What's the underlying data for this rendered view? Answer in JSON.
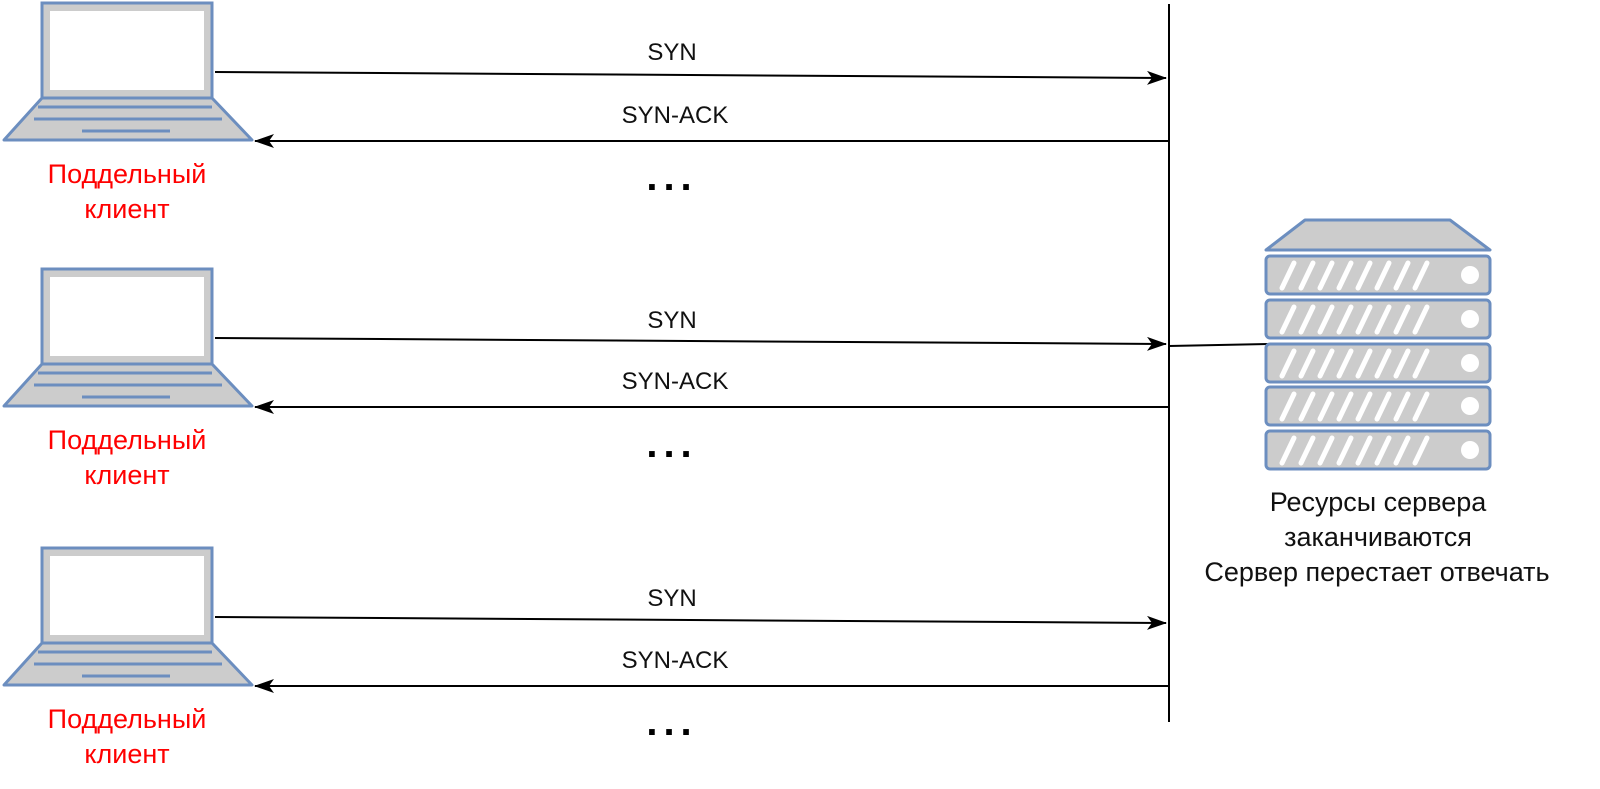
{
  "colors": {
    "client_label": "#ff0000",
    "device_fill": "#cccccc",
    "device_stroke": "#6c8ebf",
    "screen_fill": "#ffffff",
    "line": "#000000"
  },
  "clients": [
    {
      "label_line1": "Поддельный",
      "label_line2": "клиент",
      "syn": "SYN",
      "syn_ack": "SYN-ACK",
      "ellipsis": "..."
    },
    {
      "label_line1": "Поддельный",
      "label_line2": "клиент",
      "syn": "SYN",
      "syn_ack": "SYN-ACK",
      "ellipsis": "..."
    },
    {
      "label_line1": "Поддельный",
      "label_line2": "клиент",
      "syn": "SYN",
      "syn_ack": "SYN-ACK",
      "ellipsis": "..."
    }
  ],
  "server": {
    "icon": "server-rack-icon",
    "caption_line1": "Ресурсы сервера",
    "caption_line2": "заканчиваются",
    "caption_line3": "Сервер перестает отвечать"
  }
}
